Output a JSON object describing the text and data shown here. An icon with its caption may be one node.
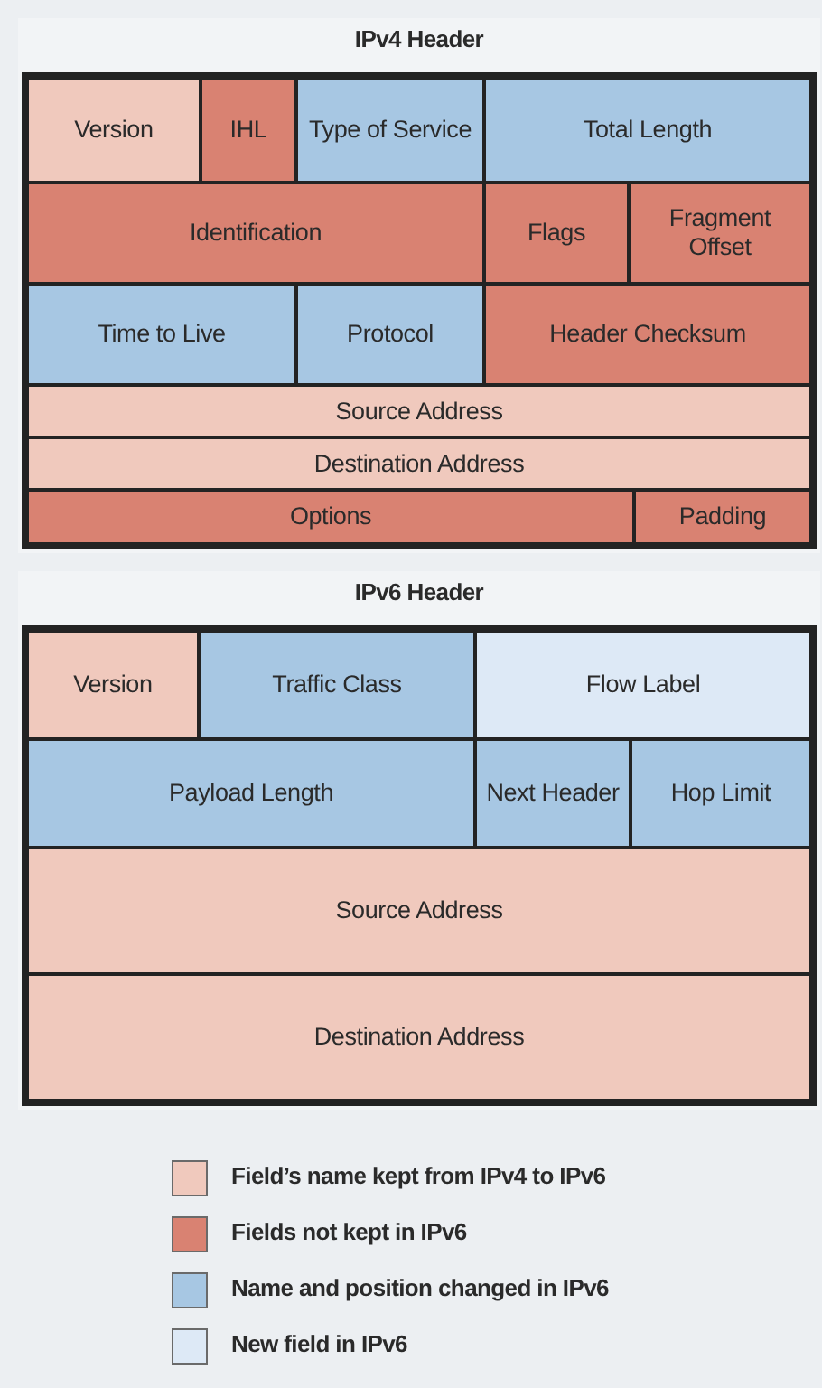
{
  "diagram": {
    "nodes": [
      {
        "text": [
          "IPv4 Header"
        ]
      },
      {
        "text": [
          "Version"
        ],
        "in": 0
      },
      {
        "text": [
          "IHL"
        ],
        "in": 0
      },
      {
        "text": [
          "Type of Service"
        ],
        "in": 0
      },
      {
        "text": [
          "Total Length"
        ],
        "in": 0
      },
      {
        "text": [
          "Identification"
        ],
        "in": 0
      },
      {
        "text": [
          "Flags"
        ],
        "in": 0
      },
      {
        "text": [
          "Fragment Offset"
        ],
        "in": 0
      },
      {
        "text": [
          "Time to Live"
        ],
        "in": 0
      },
      {
        "text": [
          "Protocol"
        ],
        "in": 0
      },
      {
        "text": [
          "Header Checksum"
        ],
        "in": 0
      },
      {
        "text": [
          "Source Address"
        ],
        "in": 0
      },
      {
        "text": [
          "Destination Address"
        ],
        "in": 0
      },
      {
        "text": [
          "Options"
        ],
        "in": 0
      },
      {
        "text": [
          "Padding"
        ],
        "in": 0
      },
      {
        "text": [
          "IPv6 Header"
        ]
      },
      {
        "text": [
          "Version"
        ],
        "in": 15
      },
      {
        "text": [
          "Traffic Class"
        ],
        "in": 15
      },
      {
        "text": [
          "Flow Label"
        ],
        "in": 15
      },
      {
        "text": [
          "Payload Length"
        ],
        "in": 15
      },
      {
        "text": [
          "Next Header"
        ],
        "in": 15
      },
      {
        "text": [
          "Hop Limit"
        ],
        "in": 15
      },
      {
        "text": [
          "Source Address"
        ],
        "in": 15
      },
      {
        "text": [
          "Destination Address"
        ],
        "in": 15
      }
    ],
    "legend": [
      {
        "text": "Field’s name kept from IPv4 to IPv6",
        "color": "#f0c9bd"
      },
      {
        "text": "Fields not kept in IPv6",
        "color": "#d98272"
      },
      {
        "text": "Name and position changed in IPv6",
        "color": "#a7c7e3"
      },
      {
        "text": "New field in IPv6",
        "color": "#dde9f6"
      }
    ]
  }
}
